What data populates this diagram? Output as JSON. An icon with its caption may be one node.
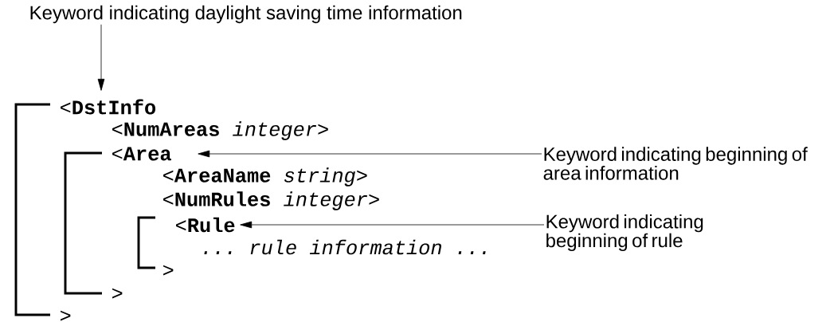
{
  "diagram": {
    "nodes": [
      {
        "text": [
          "Keyword indicating daylight saving time information"
        ]
      },
      {
        "text": [
          "<**DstInfo**"
        ]
      },
      {
        "text": [
          "<**Area**"
        ]
      },
      {
        "text": [
          "Keyword indicating beginning of area information"
        ]
      },
      {
        "text": [
          "<**Rule**"
        ]
      },
      {
        "text": [
          "Keyword indicating beginning of rule"
        ]
      }
    ],
    "edges": [
      {
        "from": 0,
        "to": 1,
        "arrow": "to"
      },
      {
        "from": 3,
        "to": 2,
        "arrow": "to"
      },
      {
        "from": 5,
        "to": 4,
        "arrow": "to"
      }
    ],
    "labels": [
      "<**NumAreas** *integer*>",
      "<**AreaName** *string*>",
      "<**NumRules** *integer*>",
      "*... rule information ...*",
      ">",
      ">",
      ">"
    ]
  }
}
